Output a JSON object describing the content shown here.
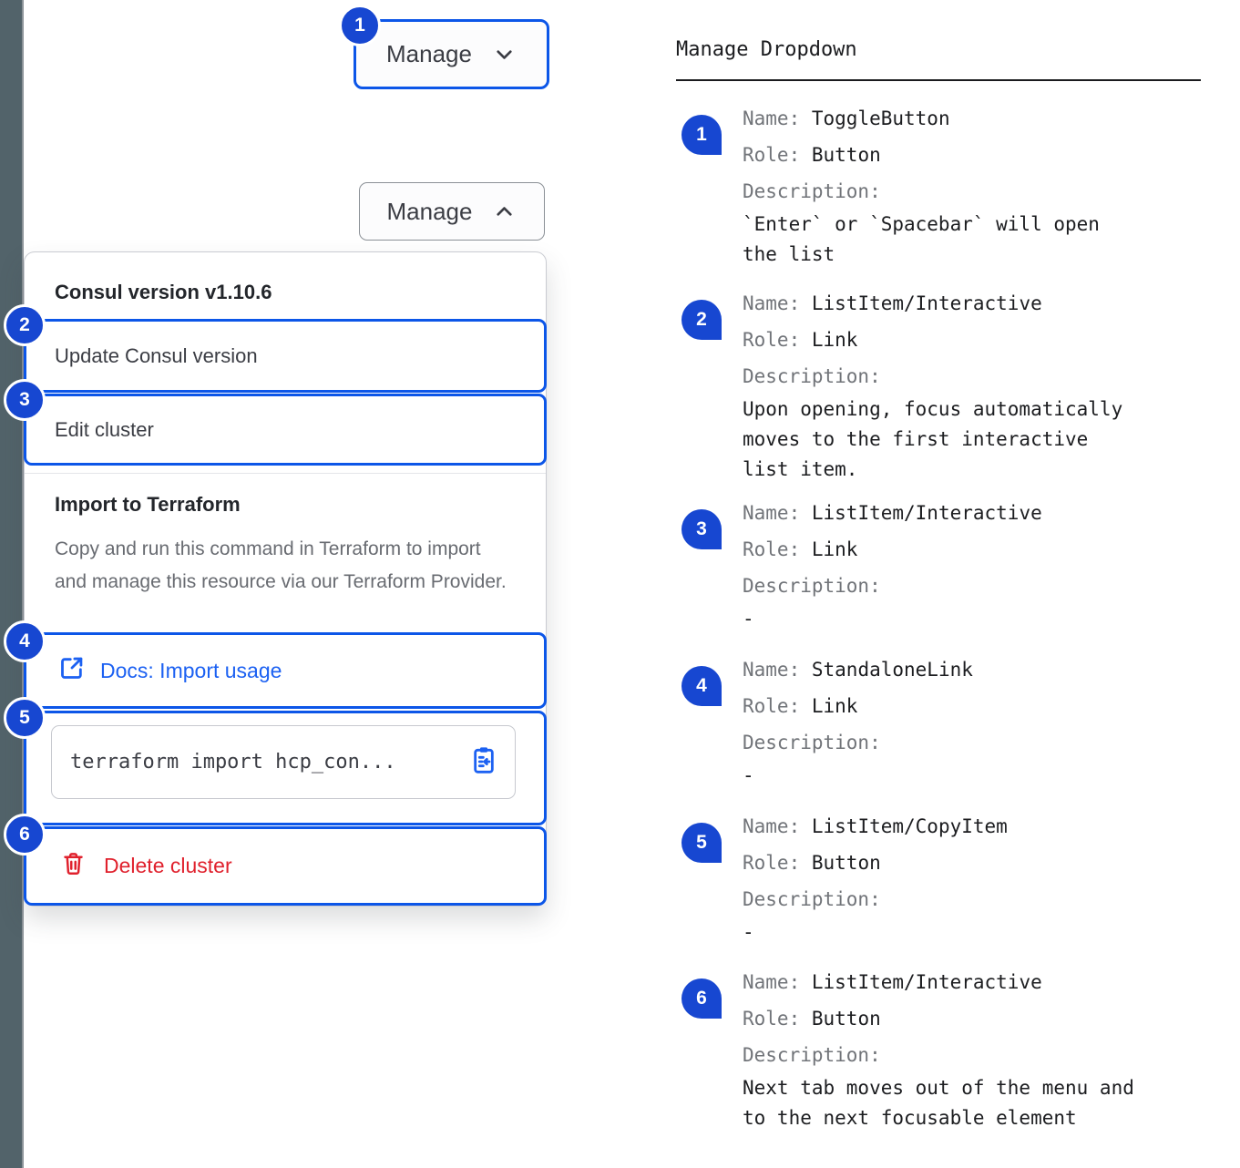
{
  "left_panel": {
    "toggle_collapsed": {
      "badge": "1",
      "label": "Manage",
      "icon": "chevron-down-icon"
    },
    "toggle_expanded": {
      "label": "Manage",
      "icon": "chevron-up-icon"
    },
    "dropdown": {
      "version_label": "Consul version v1.10.6",
      "update_item": {
        "badge": "2",
        "label": "Update Consul version"
      },
      "edit_item": {
        "badge": "3",
        "label": "Edit cluster"
      },
      "terraform_section": {
        "title": "Import to Terraform",
        "description": "Copy and run this command in Terraform to import and manage this resource via our Terraform Provider.",
        "docs_link": {
          "badge": "4",
          "label": "Docs: Import usage",
          "icon": "external-link-icon"
        },
        "copy_command": {
          "badge": "5",
          "code": "terraform import hcp_con...",
          "icon": "clipboard-copy-icon"
        }
      },
      "delete_item": {
        "badge": "6",
        "label": "Delete cluster",
        "icon": "trash-icon"
      }
    }
  },
  "spec_panel": {
    "title": "Manage Dropdown",
    "name_label": "Name:",
    "role_label": "Role:",
    "description_label": "Description:",
    "items": [
      {
        "badge": "1",
        "name": "ToggleButton",
        "role": "Button",
        "description": "`Enter` or `Spacebar` will open the list"
      },
      {
        "badge": "2",
        "name": "ListItem/Interactive",
        "role": "Link",
        "description": "Upon opening, focus automatically moves to the first interactive list item."
      },
      {
        "badge": "3",
        "name": "ListItem/Interactive",
        "role": "Link",
        "description": "-"
      },
      {
        "badge": "4",
        "name": "StandaloneLink",
        "role": "Link",
        "description": "-"
      },
      {
        "badge": "5",
        "name": "ListItem/CopyItem",
        "role": "Button",
        "description": "-"
      },
      {
        "badge": "6",
        "name": "ListItem/Interactive",
        "role": "Button",
        "description": "Next tab moves out of the menu and to the next focusable element"
      }
    ]
  },
  "colors": {
    "annotation_blue": "#0c56e8",
    "badge_blue": "#1747d1",
    "link_blue": "#1c61f2",
    "critical_red": "#e0212d",
    "text_dark": "#23262b",
    "text_gray": "#686b71",
    "edge_strip": "#52636a"
  }
}
